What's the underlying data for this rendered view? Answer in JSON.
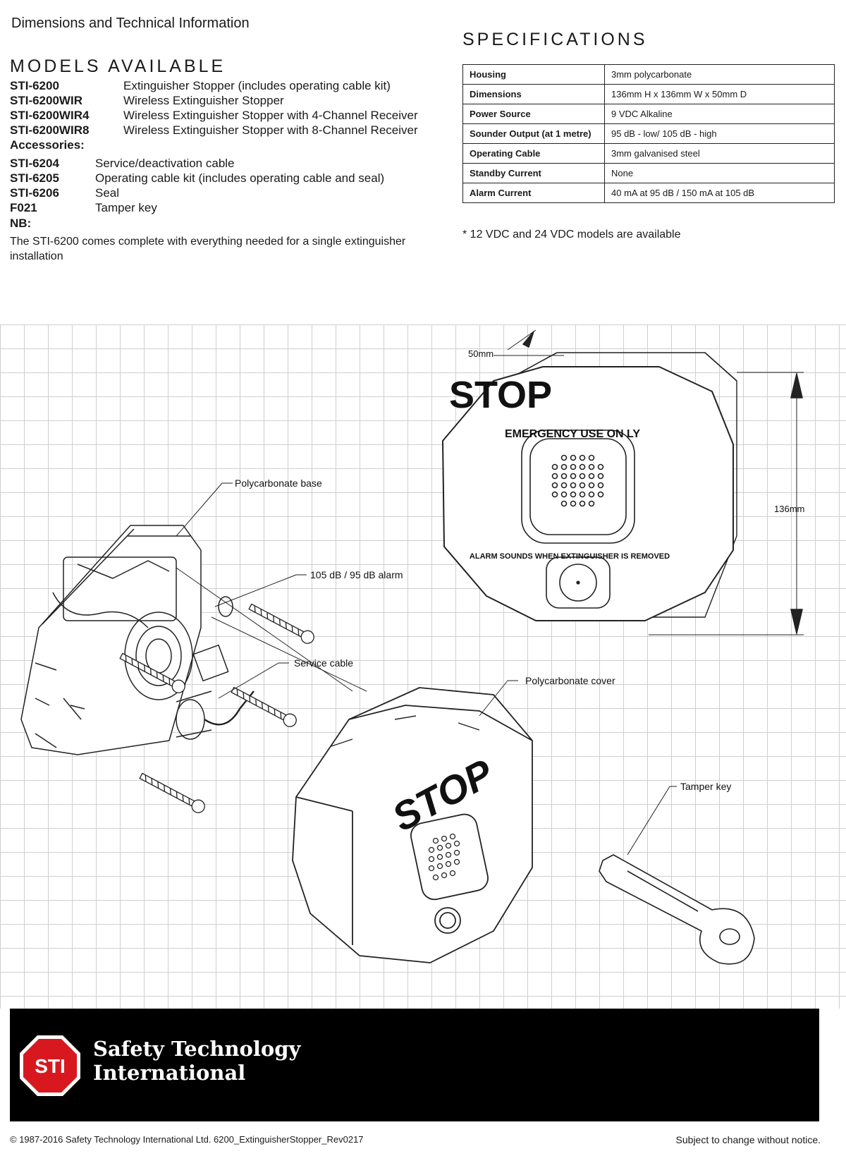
{
  "page_title": "Dimensions and Technical Information",
  "models": {
    "heading": "MODELS AVAILABLE",
    "items": [
      {
        "code": "STI-6200",
        "desc": "Extinguisher Stopper (includes operating cable kit)"
      },
      {
        "code": "STI-6200WIR",
        "desc": "Wireless Extinguisher Stopper"
      },
      {
        "code": "STI-6200WIR4",
        "desc": "Wireless Extinguisher Stopper with 4-Channel Receiver"
      },
      {
        "code": "STI-6200WIR8",
        "desc": "Wireless Extinguisher Stopper with 8-Channel Receiver"
      }
    ]
  },
  "accessories": {
    "label": "Accessories:",
    "items": [
      {
        "code": "STI-6204",
        "desc": "Service/deactivation cable"
      },
      {
        "code": "STI-6205",
        "desc": "Operating cable kit (includes operating cable and seal)"
      },
      {
        "code": "STI-6206",
        "desc": "Seal"
      },
      {
        "code": "F021",
        "desc": "Tamper key"
      }
    ]
  },
  "nb": {
    "label": "NB:",
    "text": "The STI-6200 comes complete with everything needed for a single extinguisher installation"
  },
  "specifications": {
    "heading": "SPECIFICATIONS",
    "rows": [
      {
        "key": "Housing",
        "value": "3mm polycarbonate"
      },
      {
        "key": "Dimensions",
        "value": "136mm H x 136mm W x 50mm D"
      },
      {
        "key": "Power Source",
        "value": "9 VDC Alkaline"
      },
      {
        "key": "Sounder Output (at 1 metre)",
        "value": "95 dB - low/ 105 dB - high"
      },
      {
        "key": "Operating Cable",
        "value": "3mm galvanised steel"
      },
      {
        "key": "Standby Current",
        "value": "None"
      },
      {
        "key": "Alarm Current",
        "value": "40 mA at 95 dB / 150 mA at 105 dB"
      }
    ],
    "note": "* 12 VDC and 24 VDC models are available"
  },
  "drawing": {
    "dim_depth": "50mm",
    "dim_height": "136mm",
    "front_stop": "STOP",
    "front_emergency": "EMERGENCY USE ON LY",
    "front_alarm_text": "ALARM SOUNDS WHEN EXTINGUISHER IS REMOVED",
    "cover_stop": "STOP",
    "callouts": {
      "polycarbonate_base": "Polycarbonate base",
      "alarm": "105 dB / 95 dB alarm",
      "service_cable": "Service cable",
      "polycarbonate_cover": "Polycarbonate cover",
      "tamper_key": "Tamper key"
    }
  },
  "footer": {
    "logo_text": "STI",
    "brand_line1": "Safety Technology",
    "brand_line2": "International",
    "copyright": "© 1987-2016 Safety Technology International Ltd. 6200_ExtinguisherStopper_Rev0217",
    "notice": "Subject to change without notice."
  },
  "colors": {
    "logo_red": "#d7191f",
    "footer_bg": "#000000",
    "grid": "#cfcfcf"
  }
}
